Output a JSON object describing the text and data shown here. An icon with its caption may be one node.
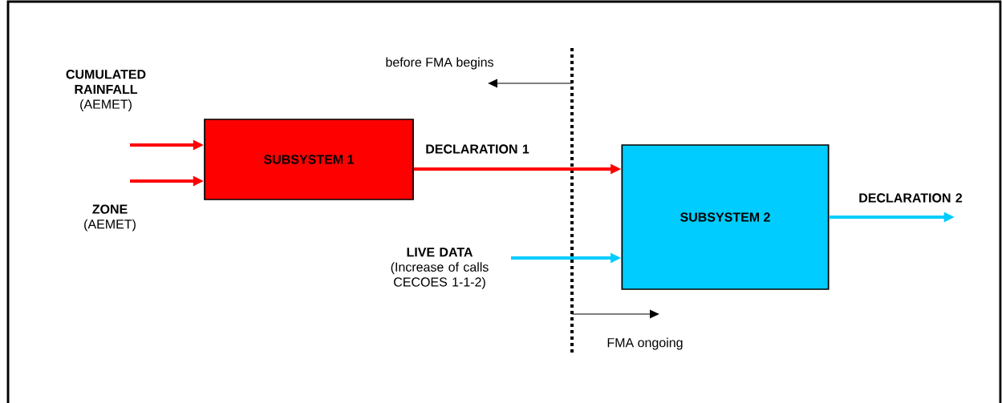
{
  "diagram": {
    "nodes": [
      {
        "text": [
          "SUBSYSTEM 1"
        ]
      },
      {
        "text": [
          "SUBSYSTEM 2"
        ]
      }
    ],
    "edges": [
      {
        "from": null,
        "to": 0,
        "arrow": "to",
        "label": "**CUMULATED RAINFALL** (AEMET)"
      },
      {
        "from": null,
        "to": 0,
        "arrow": "to",
        "label": "**ZONE** (AEMET)"
      },
      {
        "from": 0,
        "to": 1,
        "arrow": "to",
        "label": "DECLARATION 1"
      },
      {
        "from": null,
        "to": 1,
        "arrow": "to",
        "label": "**LIVE DATA** (Increase of calls CECOES 1-1-2)",
        "color": "#00ccff"
      },
      {
        "from": 1,
        "to": null,
        "arrow": "to",
        "label": "DECLARATION 2",
        "color": "#00ccff"
      }
    ],
    "labels": [
      "before FMA begins",
      "FMA  ongoing"
    ]
  }
}
